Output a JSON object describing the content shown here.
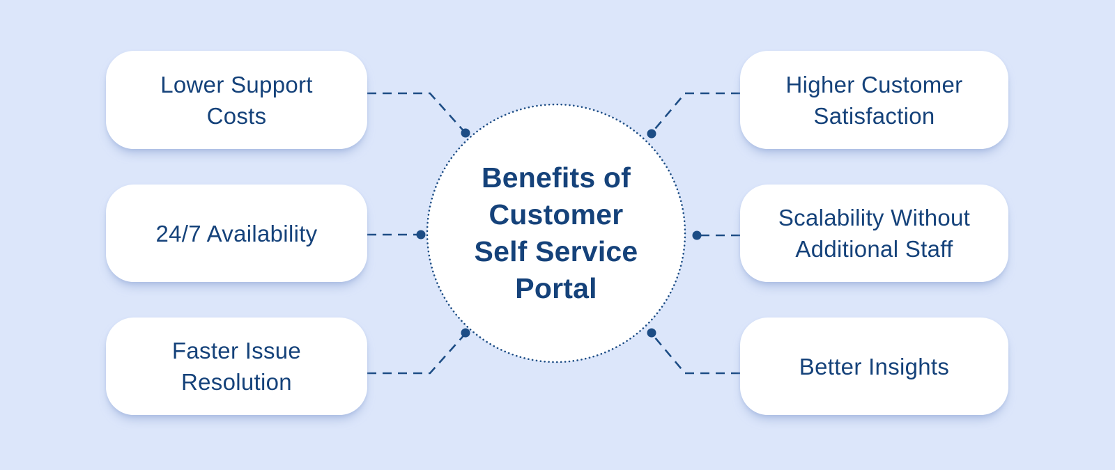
{
  "title": "Benefits of Customer Self Service Portal",
  "colors": {
    "bg": "#dce6fa",
    "box-bg": "#ffffff",
    "text": "#15427a",
    "accent": "#1d4d85"
  },
  "center": {
    "label": "Benefits of\nCustomer\nSelf Service\nPortal"
  },
  "left_items": [
    {
      "label": "Lower Support\nCosts"
    },
    {
      "label": "24/7 Availability"
    },
    {
      "label": "Faster Issue\nResolution"
    }
  ],
  "right_items": [
    {
      "label": "Higher Customer\nSatisfaction"
    },
    {
      "label": "Scalability Without\nAdditional Staff"
    },
    {
      "label": "Better Insights"
    }
  ]
}
